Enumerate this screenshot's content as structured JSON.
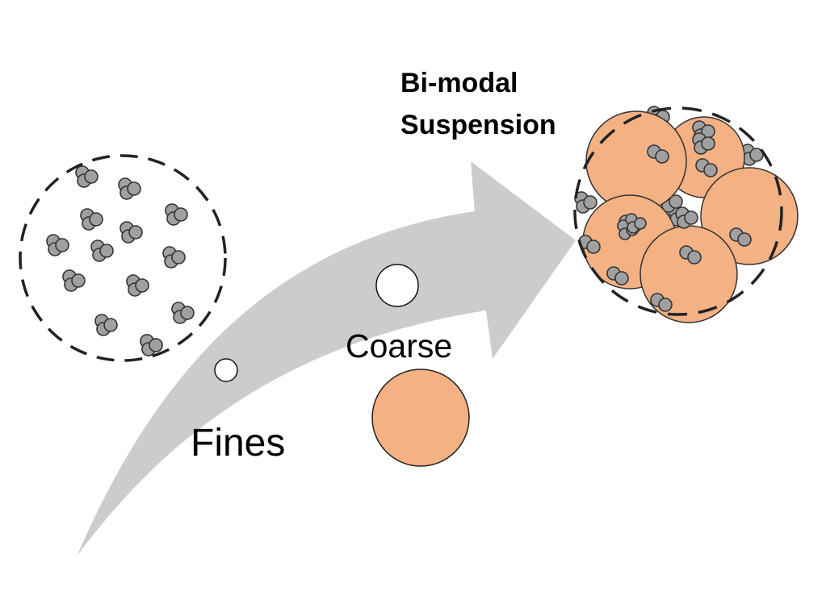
{
  "diagram": {
    "title_line1": "Bi-modal",
    "title_line2": "Suspension",
    "fines_label": "Fines",
    "coarse_label": "Coarse",
    "colors": {
      "arrow": "#cccccc",
      "coarse_particle": "#f4b183",
      "fine_cluster": "#a0a0a0",
      "outline": "#222222",
      "dashed_boundary": "#222222",
      "background": "#ffffff"
    },
    "left_group": {
      "description": "dispersion of fine particle clusters",
      "cluster_count": 14
    },
    "right_group": {
      "description": "bi-modal suspension of coarse particles with fine clusters",
      "coarse_particle_count": 5
    }
  }
}
